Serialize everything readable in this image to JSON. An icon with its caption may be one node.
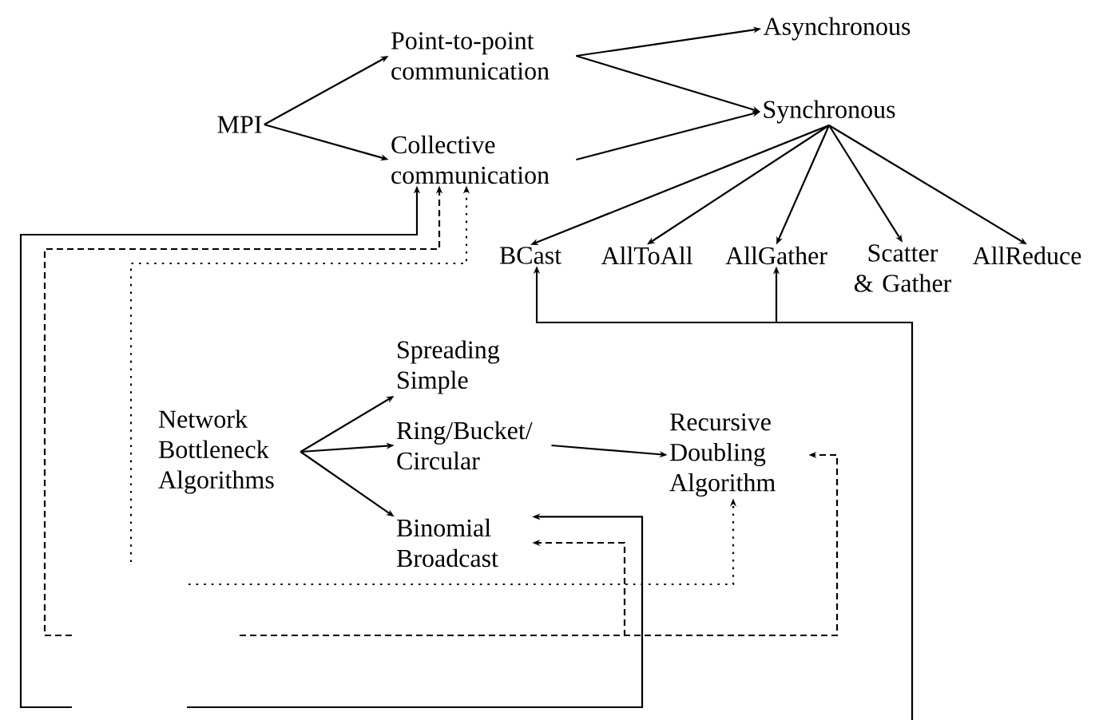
{
  "diagram": {
    "nodes": [
      {
        "text": [
          "MPI"
        ]
      },
      {
        "text": [
          "Point-to-point communication"
        ]
      },
      {
        "text": [
          "Collective communication"
        ]
      },
      {
        "text": [
          "Asynchronous"
        ]
      },
      {
        "text": [
          "Synchronous"
        ]
      },
      {
        "text": [
          "BCast"
        ]
      },
      {
        "text": [
          "AllToAll"
        ]
      },
      {
        "text": [
          "AllGather"
        ]
      },
      {
        "text": [
          "Scatter & Gather"
        ]
      },
      {
        "text": [
          "AllReduce"
        ]
      },
      {
        "text": [
          "Network Bottleneck Algorithms"
        ]
      },
      {
        "text": [
          "Spreading Simple"
        ]
      },
      {
        "text": [
          "Ring/Bucket/ Circular"
        ]
      },
      {
        "text": [
          "Binomial Broadcast"
        ]
      },
      {
        "text": [
          "Recursive Doubling Algorithm"
        ]
      }
    ],
    "edges": [
      {
        "from": 0,
        "to": 1,
        "arrow": "to"
      },
      {
        "from": 0,
        "to": 2,
        "arrow": "to"
      },
      {
        "from": 1,
        "to": 3,
        "arrow": "to"
      },
      {
        "from": 1,
        "to": 4,
        "arrow": "to"
      },
      {
        "from": 2,
        "to": 4,
        "arrow": "to"
      },
      {
        "from": 4,
        "to": 5,
        "arrow": "to"
      },
      {
        "from": 4,
        "to": 6,
        "arrow": "to"
      },
      {
        "from": 4,
        "to": 7,
        "arrow": "to"
      },
      {
        "from": 4,
        "to": 8,
        "arrow": "to"
      },
      {
        "from": 4,
        "to": 9,
        "arrow": "to"
      },
      {
        "from": 10,
        "to": 11,
        "arrow": "to"
      },
      {
        "from": 10,
        "to": 12,
        "arrow": "to"
      },
      {
        "from": 10,
        "to": 13,
        "arrow": "to"
      },
      {
        "from": 12,
        "to": 14,
        "arrow": "to"
      },
      {
        "from": null,
        "to": 2,
        "arrow": "to",
        "style": "dashed"
      },
      {
        "from": null,
        "to": 14,
        "arrow": "to",
        "style": "dashed"
      },
      {
        "from": null,
        "to": 2,
        "arrow": "to",
        "style": "dashed"
      },
      {
        "from": null,
        "to": 13,
        "arrow": "to",
        "style": "dashed"
      },
      {
        "from": null,
        "to": 14,
        "arrow": "to",
        "style": "dashed"
      },
      {
        "from": null,
        "to": 2,
        "arrow": "to"
      },
      {
        "from": null,
        "to": 13,
        "arrow": "to"
      },
      {
        "from": null,
        "to": 5,
        "arrow": "to"
      },
      {
        "from": null,
        "to": 7,
        "arrow": "to"
      }
    ]
  }
}
